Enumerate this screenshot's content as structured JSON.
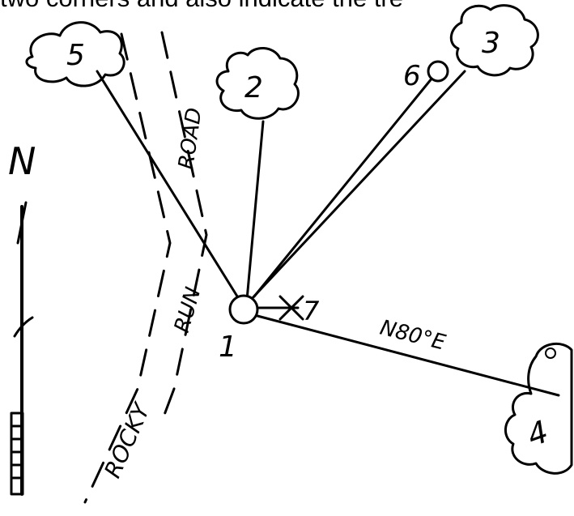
{
  "header_text": "two corners and also indicate the tre",
  "north_label": "N",
  "road_name_upper": "ROAD",
  "road_name_lower": "ROCKY RUN",
  "road_name_lower_word2": "RUN",
  "road_name_lower_word1": "ROCKY",
  "bearing_label": "N80°E",
  "stations": {
    "s1": "1",
    "s2": "2",
    "s3": "3",
    "s4": "4",
    "s5": "5",
    "s6": "6",
    "s7": "7"
  }
}
